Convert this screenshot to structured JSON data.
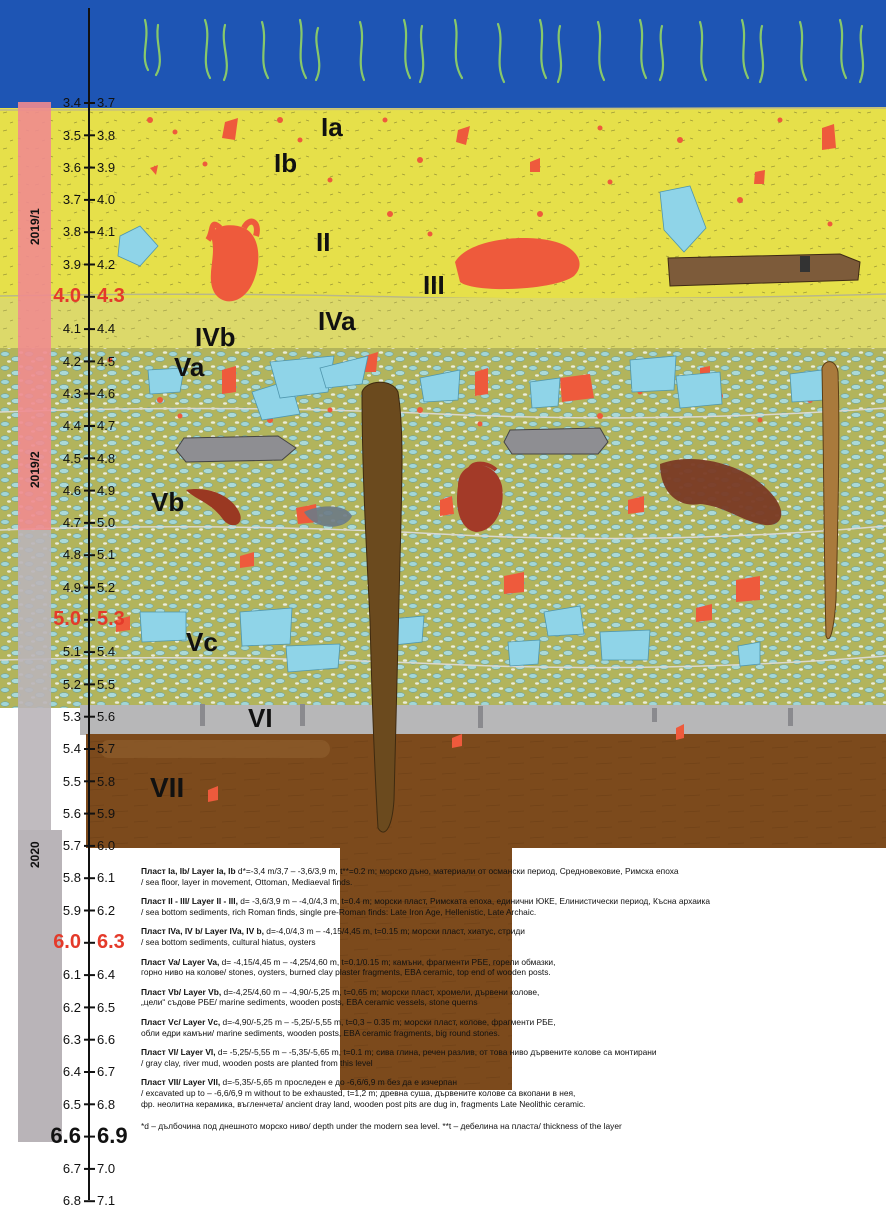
{
  "ruler": {
    "left_values": [
      "3.4",
      "3.5",
      "3.6",
      "3.7",
      "3.8",
      "3.9",
      "4.0",
      "4.1",
      "4.2",
      "4.3",
      "4.4",
      "4.5",
      "4.6",
      "4.7",
      "4.8",
      "4.9",
      "5.0",
      "5.1",
      "5.2",
      "5.3",
      "5.4",
      "5.5",
      "5.6",
      "5.7",
      "5.8",
      "5.9",
      "6.0",
      "6.1",
      "6.2",
      "6.3",
      "6.4",
      "6.5",
      "6.6",
      "6.7",
      "6.8"
    ],
    "right_values": [
      "3.7",
      "3.8",
      "3.9",
      "4.0",
      "4.1",
      "4.2",
      "4.3",
      "4.4",
      "4.5",
      "4.6",
      "4.7",
      "4.8",
      "4.9",
      "5.0",
      "5.1",
      "5.2",
      "5.3",
      "5.4",
      "5.5",
      "5.6",
      "5.7",
      "5.8",
      "5.9",
      "6.0",
      "6.1",
      "6.2",
      "6.3",
      "6.4",
      "6.5",
      "6.6",
      "6.7",
      "6.8",
      "6.9",
      "7.0",
      "7.1"
    ],
    "highlight_red": [
      "4.0",
      "4.3",
      "5.0",
      "5.3",
      "6.0",
      "6.3"
    ],
    "highlight_bold": [
      "6.6",
      "6.9"
    ]
  },
  "seasons": [
    {
      "label": "2019/1",
      "color": "#f08b8f"
    },
    {
      "label": "2019/2",
      "color": "#f08b8f"
    },
    {
      "label": "2020",
      "color": "#b9b4b8"
    }
  ],
  "layers": {
    "Ia": "Ia",
    "Ib": "Ib",
    "II": "II",
    "III": "III",
    "IVa": "IVa",
    "IVb": "IVb",
    "Va": "Va",
    "Vb": "Vb",
    "Vc": "Vc",
    "VI": "VI",
    "VII": "VII"
  },
  "colors": {
    "sea": "#1e55b4",
    "sand_yellow": "#e6e04a",
    "olive": "#b6b85e",
    "clay_gray": "#bcbcbc",
    "mud_brown": "#7c4a1c",
    "ceramic_red": "#ee5a3c",
    "stone_blue": "#8fd4e8",
    "post_brown": "#6b4a1e"
  },
  "legend": [
    {
      "head": "Пласт Ia, Ib/ Layer Ia, Ib",
      "l1": " d*=-3,4 m/3,7 – -3,6/3,9 m, t**=0.2 m; морско дъно, материали от османски период, Средновековие, Римска епоха",
      "l2": "/ sea floor, layer in movement, Ottoman, Mediaeval finds.",
      "l3": ""
    },
    {
      "head": "Пласт II - III/ Layer II - III,",
      "l1": " d= -3,6/3,9 m – -4,0/4,3 m, t=0.4 m; морски пласт, Римската епоха, единични ЮКЕ, Елинистически период, Късна архаика",
      "l2": "/ sea bottom sediments, rich Roman finds, single pre-Roman finds: Late Iron Age, Hellenistic, Late Archaic.",
      "l3": ""
    },
    {
      "head": "Пласт IVa, IV b/ Layer IVa, IV b,",
      "l1": " d=-4,0/4,3 m – -4,15/4,45 m, t=0.15 m; морски пласт, хиатус, стриди",
      "l2": "/ sea bottom sediments, cultural hiatus, oysters",
      "l3": ""
    },
    {
      "head": "Пласт Va/ Layer Va,",
      "l1": " d= -4,15/4,45 m – -4,25/4,60 m, t=0.1/0.15 m; камъни, фрагменти РБЕ, горели обмазки,",
      "l2": "горно ниво на колове/ stones, oysters, burned clay plaster fragments, EBA ceramic, top end of wooden posts.",
      "l3": ""
    },
    {
      "head": "Пласт Vb/ Layer Vb,",
      "l1": " d=-4,25/4,60 m – -4,90/-5,25 m, t=0,65 m; морски пласт, хромели, дървени колове,",
      "l2": "„цели“ съдове РБЕ/ marine sediments, wooden posts, EBA ceramic vessels, stone querns",
      "l3": ""
    },
    {
      "head": "Пласт Vc/ Layer Vc,",
      "l1": " d=-4,90/-5,25 m – -5,25/-5,55 m, t=0,3 – 0.35 m; морски пласт, колове, фрагменти РБЕ,",
      "l2": "обли едри камъни/ marine sediments, wooden posts, EBA ceramic fragments, big round stones.",
      "l3": ""
    },
    {
      "head": "Пласт VI/ Layer VI,",
      "l1": " d= -5,25/-5,55 m – -5,35/-5,65 m, t=0.1 m; сива глина, речен разлив, от това ниво дървените колове са монтирани",
      "l2": "/ gray clay, river mud, wooden posts are planted from this level",
      "l3": ""
    },
    {
      "head": "Пласт VII/ Layer VII,",
      "l1": " d=-5,35/-5,65 m проследен е до -6,6/6,9 m без да е изчерпан",
      "l2": "/ excavated up to – -6,6/6,9 m without to be exhausted, t=1,2 m; древна суша, дървените колове са вкопани в нея,",
      "l3": "фр. неолитна керамика, въгленчета/ ancient dray land, wooden post pits are dug in, fragments Late Neolithic ceramic."
    },
    {
      "head": "",
      "l1": "*d – дълбочина под днешното морско ниво/ depth under the modern sea level. **t – дебелина на пласта/ thickness of the layer",
      "l2": "",
      "l3": ""
    }
  ]
}
